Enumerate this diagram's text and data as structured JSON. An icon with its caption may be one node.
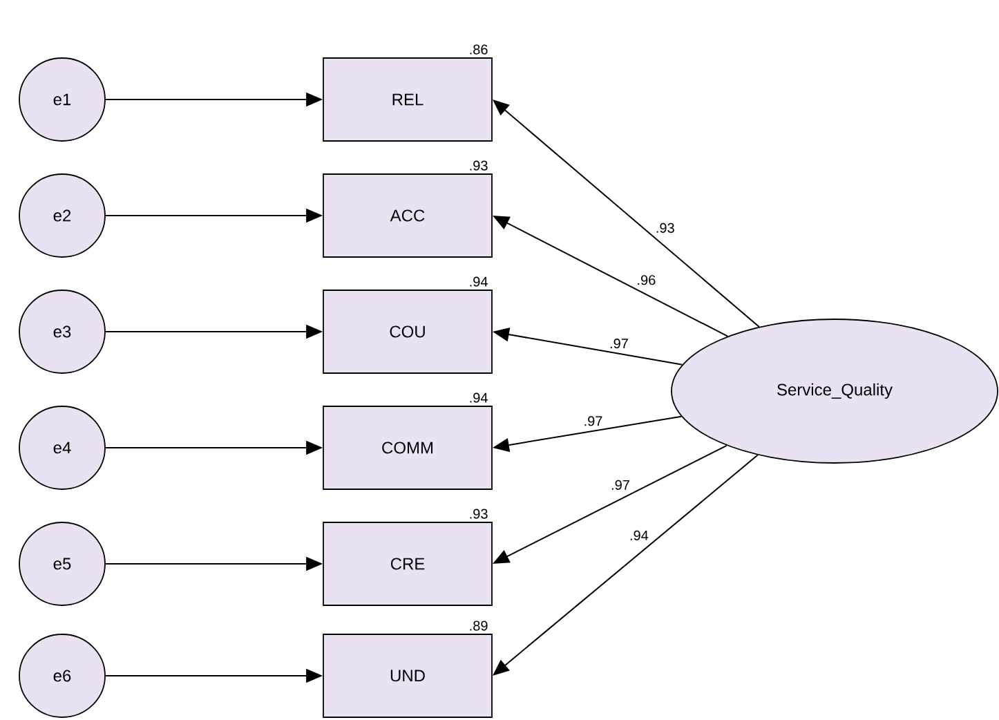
{
  "diagram": {
    "nodes": [
      {
        "text": [
          "e1"
        ]
      },
      {
        "text": [
          "e2"
        ]
      },
      {
        "text": [
          "e3"
        ]
      },
      {
        "text": [
          "e4"
        ]
      },
      {
        "text": [
          "e5"
        ]
      },
      {
        "text": [
          "e6"
        ]
      },
      {
        "text": [
          "REL"
        ],
        "beside": [
          ".86"
        ]
      },
      {
        "text": [
          "ACC"
        ],
        "beside": [
          ".93"
        ]
      },
      {
        "text": [
          "COU"
        ],
        "beside": [
          ".94"
        ]
      },
      {
        "text": [
          "COMM"
        ],
        "beside": [
          ".94"
        ]
      },
      {
        "text": [
          "CRE"
        ],
        "beside": [
          ".93"
        ]
      },
      {
        "text": [
          "UND"
        ],
        "beside": [
          ".89"
        ]
      },
      {
        "text": [
          "Service_Quality"
        ]
      }
    ],
    "edges": [
      {
        "from": 0,
        "to": 6,
        "arrow": "to"
      },
      {
        "from": 1,
        "to": 7,
        "arrow": "to"
      },
      {
        "from": 2,
        "to": 8,
        "arrow": "to"
      },
      {
        "from": 3,
        "to": 9,
        "arrow": "to"
      },
      {
        "from": 4,
        "to": 10,
        "arrow": "to"
      },
      {
        "from": 5,
        "to": 11,
        "arrow": "to"
      },
      {
        "from": 12,
        "to": 6,
        "arrow": "to",
        "label": ".93"
      },
      {
        "from": 12,
        "to": 7,
        "arrow": "to",
        "label": ".96"
      },
      {
        "from": 12,
        "to": 8,
        "arrow": "to",
        "label": ".97"
      },
      {
        "from": 12,
        "to": 9,
        "arrow": "to",
        "label": ".97"
      },
      {
        "from": 12,
        "to": 10,
        "arrow": "to",
        "label": ".97"
      },
      {
        "from": 12,
        "to": 11,
        "arrow": "to",
        "label": ".94"
      }
    ]
  }
}
